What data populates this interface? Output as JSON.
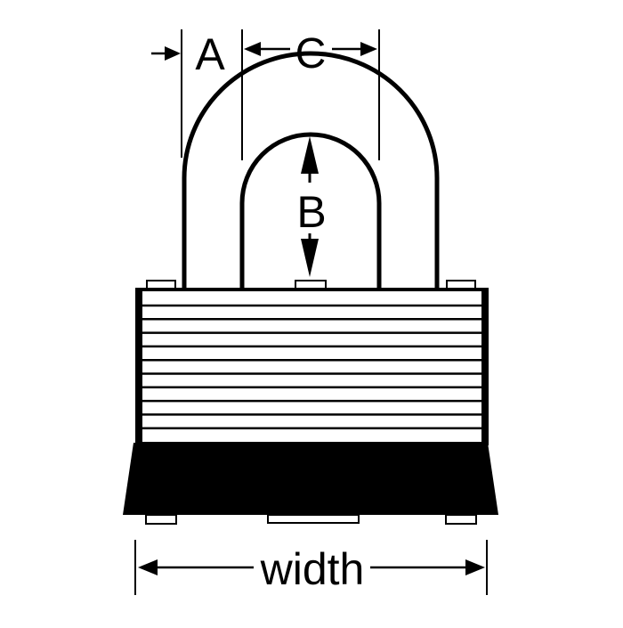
{
  "diagram": {
    "subject": "padlock-dimensions",
    "labels": {
      "a": "A",
      "b": "B",
      "c": "C",
      "width": "width"
    },
    "colors": {
      "ink": "#000000",
      "paper": "#ffffff"
    }
  }
}
